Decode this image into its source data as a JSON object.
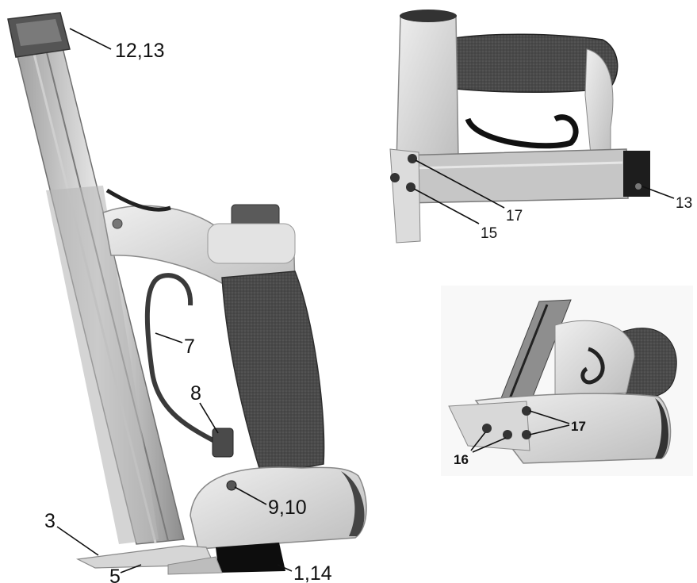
{
  "figure": {
    "callouts_main": {
      "c12_13": "12,13",
      "c7": "7",
      "c8": "8",
      "c9_10": "9,10",
      "c3": "3",
      "c5": "5",
      "c1_14": "1,14"
    },
    "callouts_top_right": {
      "c13": "13",
      "c17": "17",
      "c15": "15"
    },
    "callouts_bottom_right": {
      "c17": "17",
      "c16": "16"
    }
  }
}
